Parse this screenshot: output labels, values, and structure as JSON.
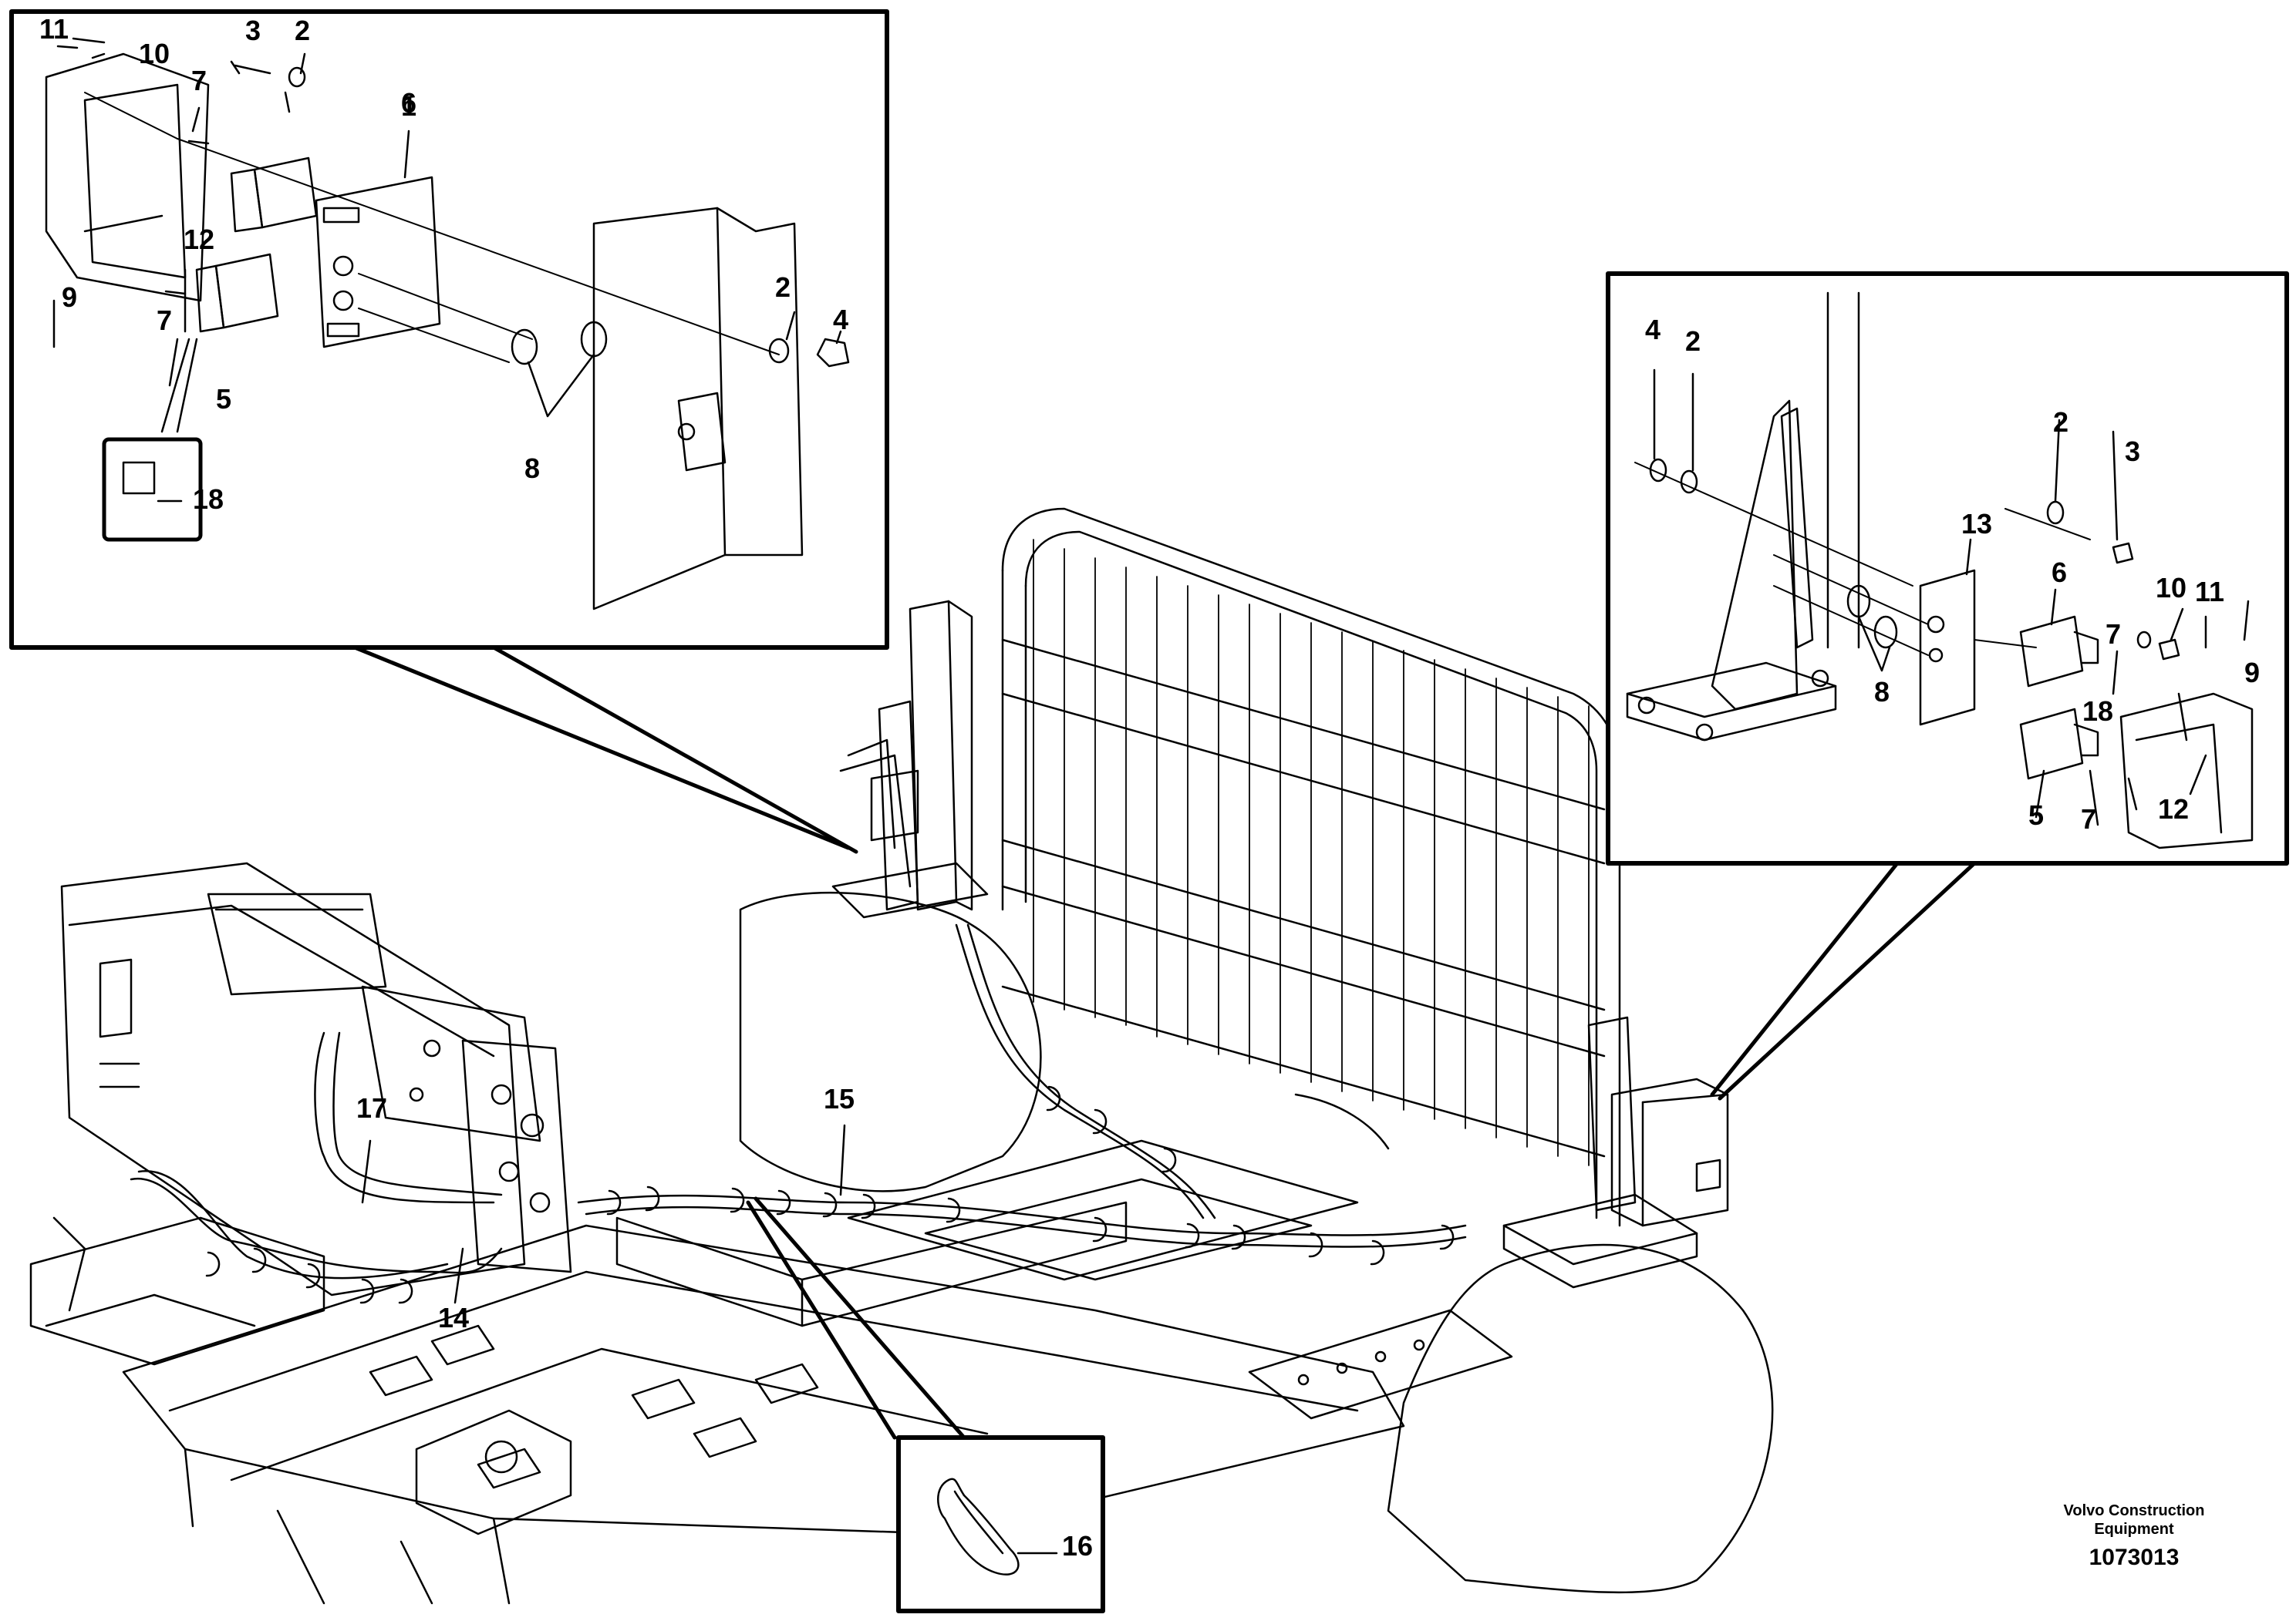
{
  "callouts": [
    {
      "n": "1"
    },
    {
      "n": "2"
    },
    {
      "n": "3"
    },
    {
      "n": "4"
    },
    {
      "n": "5"
    },
    {
      "n": "6"
    },
    {
      "n": "7"
    },
    {
      "n": "8"
    },
    {
      "n": "9"
    },
    {
      "n": "10"
    },
    {
      "n": "11"
    },
    {
      "n": "12"
    },
    {
      "n": "13"
    },
    {
      "n": "14"
    },
    {
      "n": "15"
    },
    {
      "n": "16"
    },
    {
      "n": "17"
    },
    {
      "n": "18"
    }
  ],
  "credit": {
    "company": "Volvo Construction Equipment",
    "drawing_number": "1073013"
  },
  "colors": {
    "ink": "#000000",
    "paper": "#ffffff"
  }
}
